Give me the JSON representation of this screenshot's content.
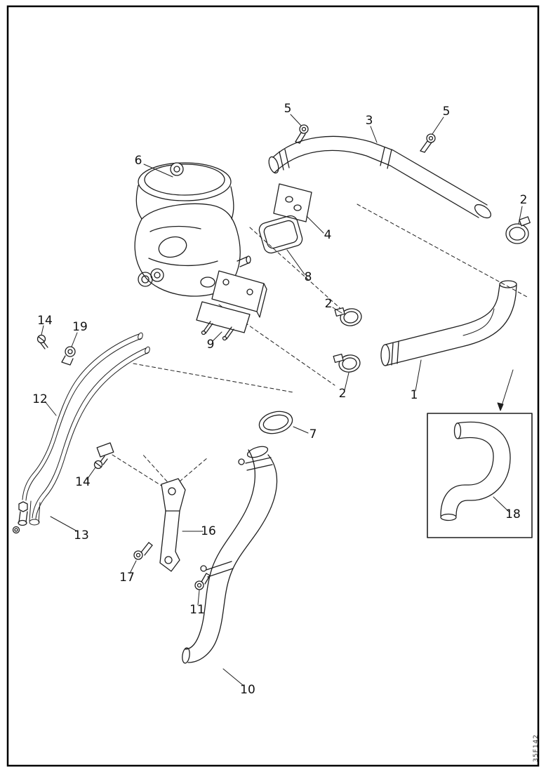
{
  "page": {
    "background": "#ffffff",
    "frame_color": "#000000",
    "line_color": "#1f1f1f",
    "footer_code": "35F142"
  },
  "callouts": [
    {
      "label": "5"
    },
    {
      "label": "3"
    },
    {
      "label": "5"
    },
    {
      "label": "6"
    },
    {
      "label": "2"
    },
    {
      "label": "4"
    },
    {
      "label": "8"
    },
    {
      "label": "2"
    },
    {
      "label": "14"
    },
    {
      "label": "19"
    },
    {
      "label": "9"
    },
    {
      "label": "2"
    },
    {
      "label": "1"
    },
    {
      "label": "12"
    },
    {
      "label": "7"
    },
    {
      "label": "14"
    },
    {
      "label": "18"
    },
    {
      "label": "16"
    },
    {
      "label": "13"
    },
    {
      "label": "17"
    },
    {
      "label": "11"
    },
    {
      "label": "10"
    }
  ]
}
